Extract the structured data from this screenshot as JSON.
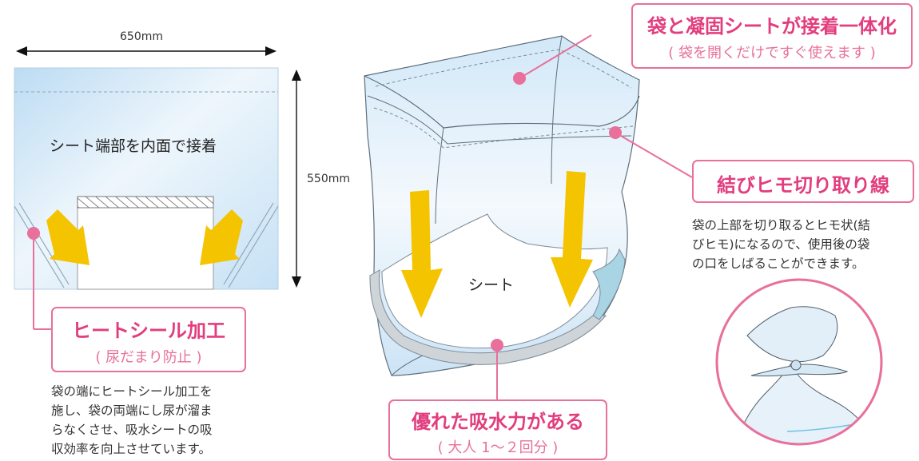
{
  "dimensions": {
    "width": "650mm",
    "height": "550mm"
  },
  "labels": {
    "inner_bond": "シート端部を内面で接着",
    "sheet": "シート"
  },
  "callouts": {
    "top": {
      "title": "袋と凝固シートが接着一体化",
      "sub": "( 袋を開くだけですぐ使えます )"
    },
    "tie": {
      "title": "結びヒモ切り取り線"
    },
    "heat": {
      "title": "ヒートシール加工",
      "sub": "( 尿だまり防止 )"
    },
    "absorb": {
      "title": "優れた吸水力がある",
      "sub": "( 大人 1～２回分 )"
    }
  },
  "descriptions": {
    "tie": [
      "袋の上部を切り取るとヒモ状(結",
      "びヒモ)になるので、使用後の袋",
      "の口をしばることができます。"
    ],
    "heat": [
      "袋の端にヒートシール加工を",
      "施し、袋の両端にし尿が溜ま",
      "らなくさせ、吸水シートの吸",
      "収効率を向上させています。"
    ]
  },
  "colors": {
    "accent": "#e23d7e",
    "callout_border": "#e8709a",
    "arrow": "#f5c400",
    "bag": "#cfe5f7"
  },
  "icons": [
    "double-arrow-horizontal-icon",
    "double-arrow-vertical-icon",
    "down-arrow-icon",
    "callout-dot-icon"
  ]
}
